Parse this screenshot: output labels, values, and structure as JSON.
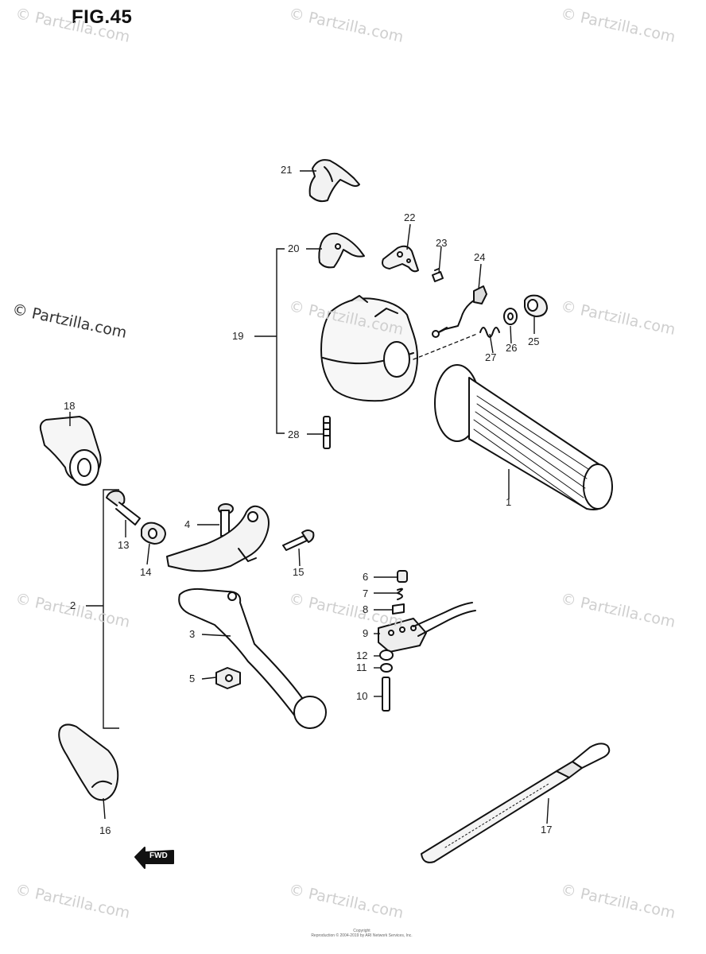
{
  "figure": {
    "title": "FIG.45"
  },
  "watermark": {
    "text": "© Partzilla.com"
  },
  "parts": [
    {
      "id": "p1",
      "number": "1"
    },
    {
      "id": "p2",
      "number": "2"
    },
    {
      "id": "p3",
      "number": "3"
    },
    {
      "id": "p4",
      "number": "4"
    },
    {
      "id": "p5",
      "number": "5"
    },
    {
      "id": "p6",
      "number": "6"
    },
    {
      "id": "p7",
      "number": "7"
    },
    {
      "id": "p8",
      "number": "8"
    },
    {
      "id": "p9",
      "number": "9"
    },
    {
      "id": "p10",
      "number": "10"
    },
    {
      "id": "p11",
      "number": "11"
    },
    {
      "id": "p12",
      "number": "12"
    },
    {
      "id": "p13",
      "number": "13"
    },
    {
      "id": "p14",
      "number": "14"
    },
    {
      "id": "p15",
      "number": "15"
    },
    {
      "id": "p16",
      "number": "16"
    },
    {
      "id": "p17",
      "number": "17"
    },
    {
      "id": "p18",
      "number": "18"
    },
    {
      "id": "p19",
      "number": "19"
    },
    {
      "id": "p20",
      "number": "20"
    },
    {
      "id": "p21",
      "number": "21"
    },
    {
      "id": "p22",
      "number": "22"
    },
    {
      "id": "p23",
      "number": "23"
    },
    {
      "id": "p24",
      "number": "24"
    },
    {
      "id": "p25",
      "number": "25"
    },
    {
      "id": "p26",
      "number": "26"
    },
    {
      "id": "p27",
      "number": "27"
    },
    {
      "id": "p28",
      "number": "28"
    }
  ],
  "fwd_marker": {
    "text": "FWD"
  },
  "copyright": {
    "line1": "Copyright",
    "line2": "Reproduction © 2004-2019 by ARI Network Services, Inc."
  }
}
